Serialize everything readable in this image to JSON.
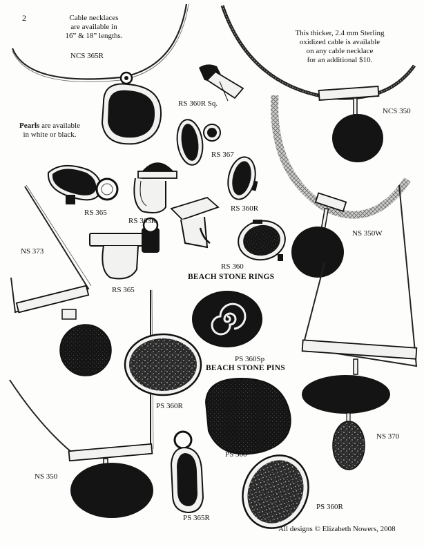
{
  "page": {
    "number": "2",
    "footer": "All designs © Elizabeth Nowers, 2008"
  },
  "notes": {
    "cable": [
      "Cable necklaces",
      "are available in",
      "16” & 18” lengths."
    ],
    "thick_cable": [
      "This thicker, 2.4 mm Sterling",
      "oxidized cable is available",
      "on any cable necklace",
      "for an additional $10."
    ],
    "pearls": {
      "bold": "Pearls",
      "rest": " are available",
      "line2": "in white or black."
    }
  },
  "headings": {
    "rings": "BEACH STONE RINGS",
    "pins": "BEACH STONE PINS"
  },
  "labels": {
    "ncs365r": "NCS 365R",
    "rs360r_sq": "RS 360R Sq.",
    "ncs350": "NCS 350",
    "rs367": "RS 367",
    "rs365_a": "RS 365",
    "rs363r": "RS 363R",
    "rs360r": "RS 360R",
    "ns350w": "NS 350W",
    "ns373": "NS 373",
    "rs360": "RS 360",
    "rs365_b": "RS 365",
    "ps360sp": "PS 360Sp",
    "ps360r_a": "PS 360R",
    "ps360": "PS 360",
    "ns370": "NS 370",
    "ns350": "NS 350",
    "ps365r": "PS 365R",
    "ps360r_b": "PS 360R"
  },
  "colors": {
    "ink": "#111111",
    "stone": "#141414",
    "silver": "#f2f2f0",
    "paper": "#fdfdfb"
  }
}
